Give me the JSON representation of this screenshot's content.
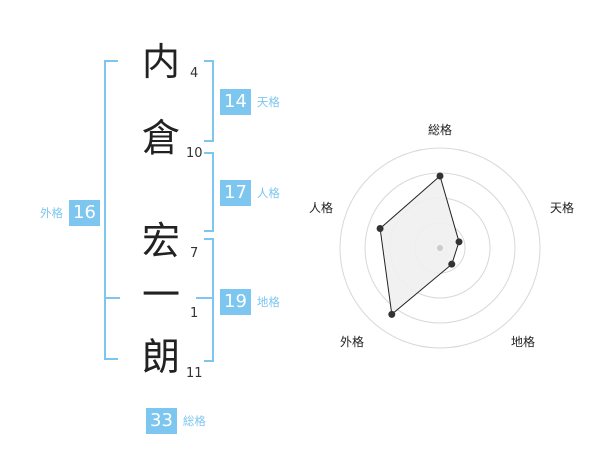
{
  "name": {
    "chars": [
      {
        "char": "内",
        "strokes": "4"
      },
      {
        "char": "倉",
        "strokes": "10"
      },
      {
        "char": "宏",
        "strokes": "7"
      },
      {
        "char": "一",
        "strokes": "1"
      },
      {
        "char": "朗",
        "strokes": "11"
      }
    ]
  },
  "kakusu": {
    "tenkaku": {
      "value": "14",
      "label": "天格"
    },
    "jinkaku": {
      "value": "17",
      "label": "人格"
    },
    "chikaku": {
      "value": "19",
      "label": "地格"
    },
    "gaikaku": {
      "value": "16",
      "label": "外格"
    },
    "soukaku": {
      "value": "33",
      "label": "総格"
    }
  },
  "radar": {
    "axes": [
      "総格",
      "天格",
      "地格",
      "外格",
      "人格"
    ],
    "values": [
      0.72,
      0.2,
      0.2,
      0.82,
      0.63
    ],
    "rings": 4,
    "colors": {
      "fill": "#efefef",
      "stroke": "#222222",
      "grid": "#d8d8d8",
      "accent": "#7cc6f0"
    }
  }
}
